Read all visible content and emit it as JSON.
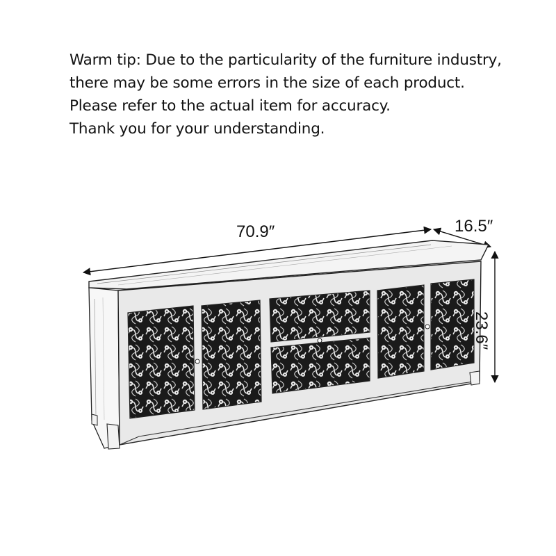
{
  "tip": {
    "lines": [
      "Warm tip: Due to the particularity of the furniture industry,",
      "there may be some errors in the size of each product.",
      "Please refer to the actual item for accuracy.",
      "Thank you for your understanding."
    ]
  },
  "dimensions": {
    "width": "70.9″",
    "depth": "16.5″",
    "height": "23.6″"
  },
  "colors": {
    "ink": "#111111",
    "paper": "#ffffff"
  }
}
